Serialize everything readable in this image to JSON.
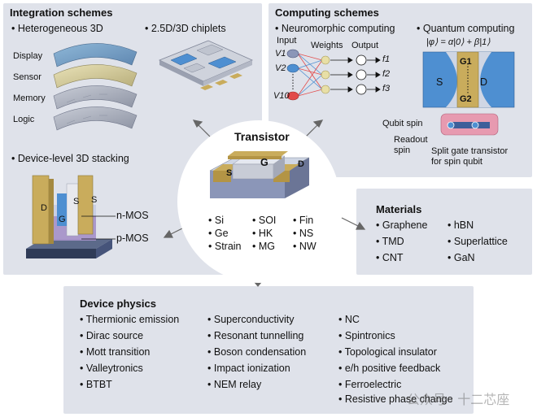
{
  "integration": {
    "title": "Integration schemes",
    "hetero3d": "Heterogeneous 3D",
    "chiplets": "2.5D/3D chiplets",
    "layers": [
      "Display",
      "Sensor",
      "Memory",
      "Logic"
    ],
    "device3d": "Device-level 3D stacking",
    "labels": {
      "d": "D",
      "s1": "S",
      "s2": "S",
      "g": "G",
      "nmos": "n-MOS",
      "pmos": "p-MOS"
    }
  },
  "computing": {
    "title": "Computing schemes",
    "neuro": "Neuromorphic computing",
    "quantum": "Quantum computing",
    "input": "Input",
    "weights": "Weights",
    "output": "Output",
    "inputs": [
      "V1",
      "V2",
      "V10"
    ],
    "outputs": [
      "f1",
      "f2",
      "f3"
    ],
    "formula": "|φ⟩ = α|0⟩ + β|1⟩",
    "qlabels": {
      "s": "S",
      "d": "D",
      "g1": "G1",
      "g2": "G2"
    },
    "qubit_spin": "Qubit spin",
    "readout_spin": [
      "Readout",
      "spin"
    ],
    "split_gate": [
      "Split gate transistor",
      "for spin qubit"
    ]
  },
  "transistor": {
    "title": "Transistor",
    "labels": {
      "s": "S",
      "g": "G",
      "d": "D"
    },
    "col1": [
      "Si",
      "Ge",
      "Strain"
    ],
    "col2": [
      "SOI",
      "HK",
      "MG"
    ],
    "col3": [
      "Fin",
      "NS",
      "NW"
    ]
  },
  "materials": {
    "title": "Materials",
    "col1": [
      "Graphene",
      "TMD",
      "CNT"
    ],
    "col2": [
      "hBN",
      "Superlattice",
      "GaN"
    ]
  },
  "physics": {
    "title": "Device physics",
    "col1": [
      "Thermionic emission",
      "Dirac source",
      "Mott transition",
      "Valleytronics",
      "BTBT"
    ],
    "col2": [
      "Superconductivity",
      "Resonant tunnelling",
      "Boson condensation",
      "Impact ionization",
      "NEM relay"
    ],
    "col3": [
      "NC",
      "Spintronics",
      "Topological insulator",
      "e/h positive feedback",
      "Ferroelectric",
      "Resistive phase change"
    ]
  },
  "watermark": "公众号 · 十二芯座",
  "colors": {
    "panel": "#dfe2ea",
    "gold": "#c9ac5c",
    "blue": "#4e8fd1",
    "purple": "#a793c9",
    "red": "#e24a4a"
  }
}
